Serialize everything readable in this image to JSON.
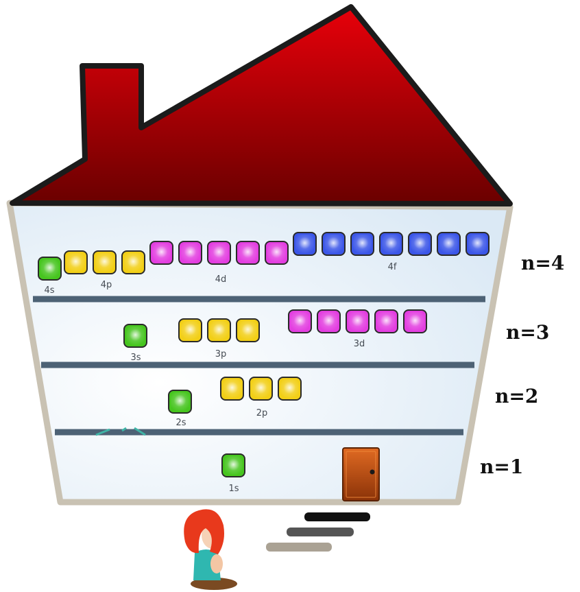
{
  "colors": {
    "roof": "#e8000a",
    "roof_dark": "#6a0000",
    "wall_fill": "#e6f1fa",
    "wall_border": "#c9c2b3",
    "floor_line": "#4d6275",
    "s_box": "#46c51e",
    "p_box": "#f2cf16",
    "d_box": "#e33ee0",
    "f_box": "#3b56e8",
    "door": "#c9561a",
    "hair": "#e8391c",
    "shirt": "#2fb7b0"
  },
  "levels": [
    {
      "label": "n=4",
      "subshells": [
        {
          "name": "4s",
          "type": "s",
          "boxes": 1
        },
        {
          "name": "4p",
          "type": "p",
          "boxes": 3
        },
        {
          "name": "4d",
          "type": "d",
          "boxes": 5
        },
        {
          "name": "4f",
          "type": "f",
          "boxes": 7
        }
      ]
    },
    {
      "label": "n=3",
      "subshells": [
        {
          "name": "3s",
          "type": "s",
          "boxes": 1
        },
        {
          "name": "3p",
          "type": "p",
          "boxes": 3
        },
        {
          "name": "3d",
          "type": "d",
          "boxes": 5
        }
      ]
    },
    {
      "label": "n=2",
      "subshells": [
        {
          "name": "2s",
          "type": "s",
          "boxes": 1
        },
        {
          "name": "2p",
          "type": "p",
          "boxes": 3
        }
      ]
    },
    {
      "label": "n=1",
      "subshells": [
        {
          "name": "1s",
          "type": "s",
          "boxes": 1
        }
      ]
    }
  ]
}
